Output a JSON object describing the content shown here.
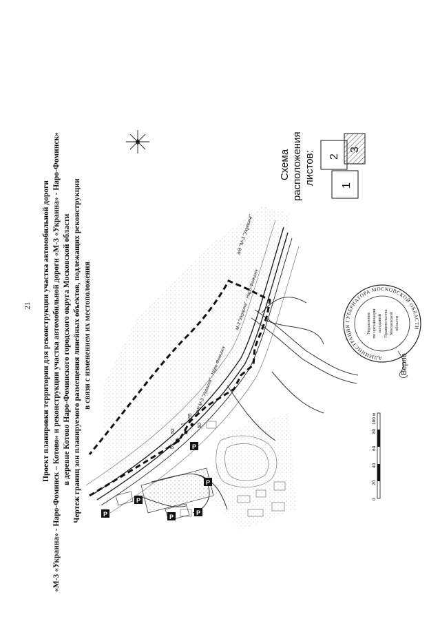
{
  "page": {
    "number": "21"
  },
  "title": {
    "line1": "Проект планировки территории для реконструкции участка автомобильной дороги",
    "line2": "«М-3 «Украина» - Наро-Фоминск – Котово» и реконструкции участка автомобильной дороги «М-3 «Украина» - Наро-Фоминск»",
    "line3": "в деревне Котово Наро-Фоминского городского округа Московской области",
    "line4": "Чертеж границ зон планируемого размещения линейных объектов, подлежащих реконструкции",
    "line5": "в связи с изменением их местоположения"
  },
  "sheet_layout": {
    "title_line1": "Схема",
    "title_line2": "расположения",
    "title_line3": "листов:",
    "sheets": [
      "1",
      "2",
      "3"
    ],
    "highlighted_sheet": "3"
  },
  "map": {
    "road_label_main": "а/д \"М-3 \"Украина\"",
    "road_label_2": "а/д М-3 \"Украина\" - Наро-Фоминск",
    "road_label_3": "М-3 \"Украина\" - Наро-Фоминск",
    "markers": [
      "51",
      "52",
      "1",
      "195",
      "50"
    ],
    "parking_label": "P",
    "parking_count": 6,
    "colors": {
      "line": "#222222",
      "light_line": "#888888",
      "hatch": "#555555",
      "background": "#ffffff"
    }
  },
  "scale_bar": {
    "ticks": [
      "0",
      "20",
      "40",
      "60",
      "80",
      "100 м"
    ]
  },
  "stamp": {
    "outer_text": "АДМИНИСТРАЦИЯ ГУБЕРНАТОРА МОСКОВСКОЙ ОБЛАСТИ",
    "inner_line1": "Управление",
    "inner_line2": "по организации",
    "inner_line3": "заседаний",
    "inner_line4": "Правительства",
    "inner_line5": "Московской",
    "inner_line6": "области",
    "signature_text": "Верно"
  }
}
